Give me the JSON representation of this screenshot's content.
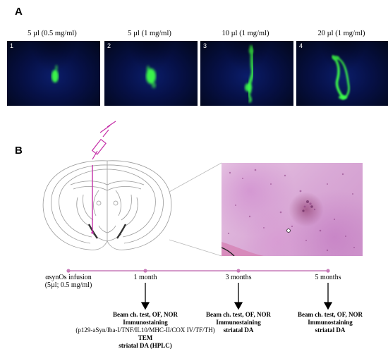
{
  "panels": {
    "a_letter": "A",
    "b_letter": "B"
  },
  "panel_a": {
    "images": [
      {
        "label": "5 µl (0.5 mg/ml)",
        "number": "1"
      },
      {
        "label": "5 µl (1 mg/ml)",
        "number": "2"
      },
      {
        "label": "10 µl (1 mg/ml)",
        "number": "3"
      },
      {
        "label": "20 µl (1 mg/ml)",
        "number": "4"
      }
    ]
  },
  "panel_b": {
    "timeline": {
      "points": [
        {
          "label_line1": "αsynOs infusion",
          "label_line2": "(5µl; 0.5 mg/ml)"
        },
        {
          "label_line1": "1 month"
        },
        {
          "label_line1": "3 months"
        },
        {
          "label_line1": "5 months"
        }
      ]
    },
    "procedures": [
      {
        "line1": "Beam ch. test, OF, NOR",
        "line2": "Immunostaining",
        "line3": "(p129-aSyn/Iba-I/TNF/IL10/MHC-II/COX IV/TF/TH)",
        "line4": "TEM",
        "line5": "striatal DA (HPLC)"
      },
      {
        "line1": "Beam ch. test, OF, NOR",
        "line2": "Immunostaining",
        "line3": "striatal DA"
      },
      {
        "line1": "Beam ch. test, OF, NOR",
        "line2": "Immunostaining",
        "line3": "striatal DA"
      }
    ]
  },
  "colors": {
    "syringe": "#c52fa8",
    "timeline": "#c77ab8",
    "fluorescence_bg": "#061046",
    "fluorescence_signal": "#3cff4a",
    "histology": "#d9a9d6"
  }
}
